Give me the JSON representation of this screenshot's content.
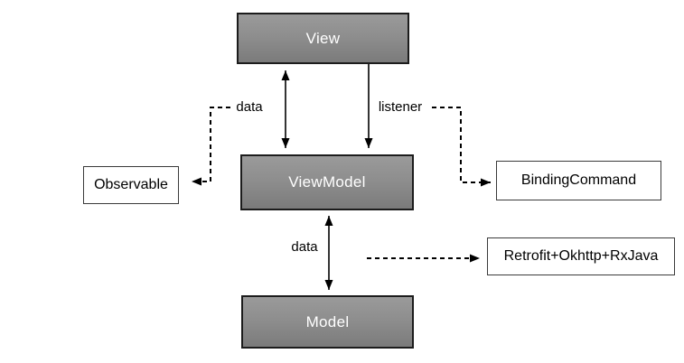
{
  "diagram": {
    "nodes": {
      "view": {
        "label": "View"
      },
      "viewmodel": {
        "label": "ViewModel"
      },
      "model": {
        "label": "Model"
      },
      "observable": {
        "label": "Observable"
      },
      "binding_command": {
        "label": "BindingCommand"
      },
      "retrofit": {
        "label": "Retrofit+Okhttp+RxJava"
      }
    },
    "edge_labels": {
      "view_viewmodel_data": "data",
      "view_viewmodel_listener": "listener",
      "viewmodel_model_data": "data"
    },
    "colors": {
      "background": "#ffffff",
      "gray_node_fill_top": "#9a9a9a",
      "gray_node_fill_bottom": "#7b7b7b",
      "gray_node_border": "#1c1c1c",
      "gray_node_text": "#ffffff",
      "white_node_fill": "#ffffff",
      "white_node_border": "#3a3a3a",
      "white_node_text": "#000000",
      "arrow": "#000000"
    }
  }
}
